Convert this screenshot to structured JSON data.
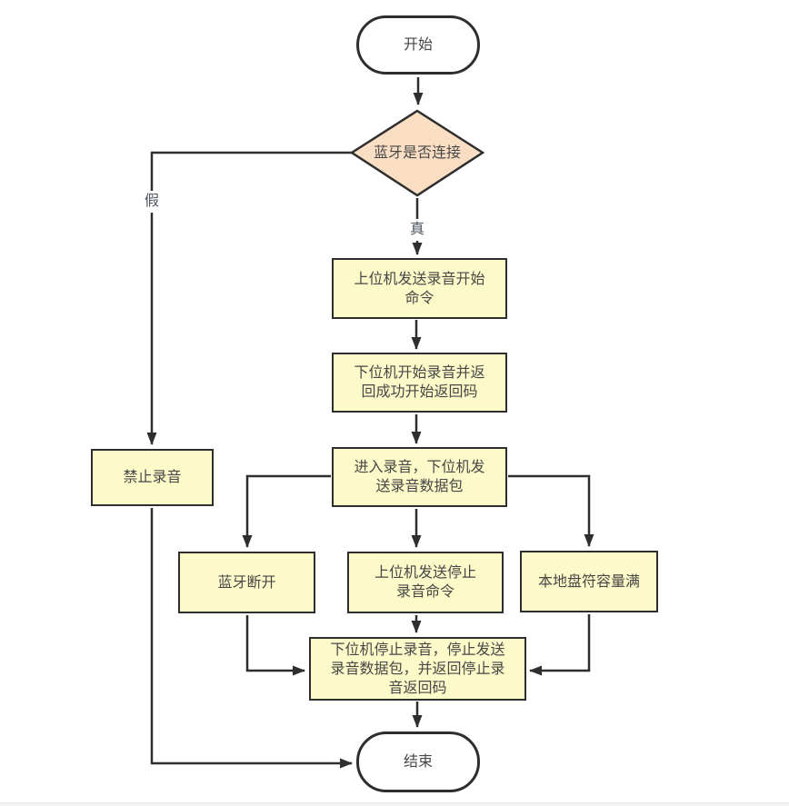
{
  "flowchart": {
    "colors": {
      "background": "#ffffff",
      "process_fill": "#FCFAC8",
      "decision_fill": "#FADEC3",
      "terminator_fill": "#ffffff",
      "stroke": "#2e2e2e",
      "node_text": "#474747",
      "edge_label_text": "#4c5560"
    },
    "nodes": {
      "start": {
        "type": "terminator",
        "label": "开始"
      },
      "decision_bluetooth": {
        "type": "decision",
        "label": "蓝牙是否连接"
      },
      "forbid_recording": {
        "type": "process",
        "label": "禁止录音"
      },
      "host_send_start_cmd": {
        "type": "process",
        "label": "上位机发送录音开始命令"
      },
      "device_start_recording": {
        "type": "process",
        "label": "下位机开始录音并返回成功开始返回码"
      },
      "recording_send_packets": {
        "type": "process",
        "label": "进入录音，下位机发送录音数据包"
      },
      "bluetooth_disconnect": {
        "type": "process",
        "label": "蓝牙断开"
      },
      "host_send_stop_cmd": {
        "type": "process",
        "label": "上位机发送停止录音命令"
      },
      "local_disk_full": {
        "type": "process",
        "label": "本地盘符容量满"
      },
      "device_stop_recording": {
        "type": "process",
        "label": "下位机停止录音，停止发送录音数据包，并返回停止录音返回码"
      },
      "end": {
        "type": "terminator",
        "label": "结束"
      }
    },
    "edge_labels": {
      "false_label": "假",
      "true_label": "真"
    }
  }
}
